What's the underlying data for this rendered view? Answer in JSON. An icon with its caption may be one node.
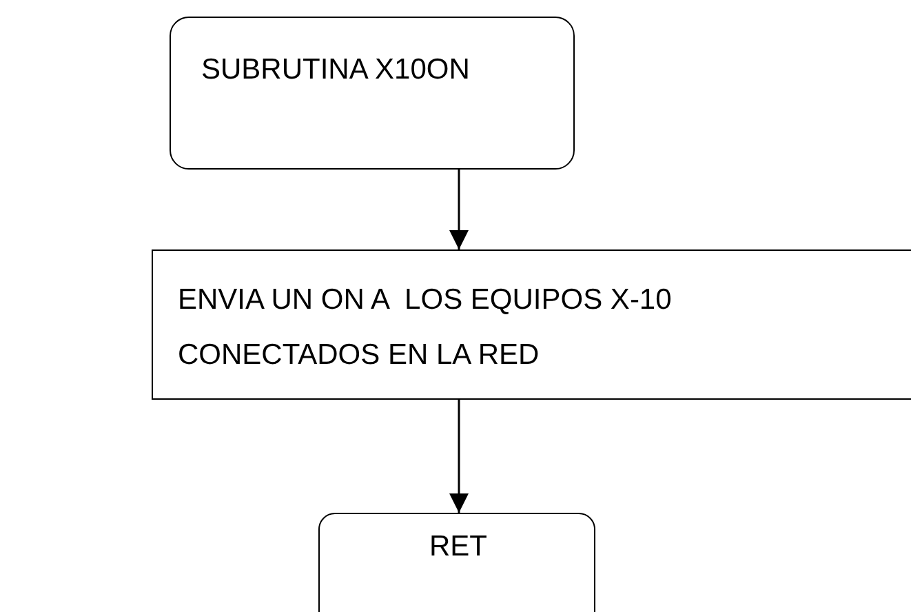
{
  "diagram": {
    "nodes": [
      {
        "text": [
          "SUBRUTINA X10ON"
        ]
      },
      {
        "text": [
          "ENVIA UN ON A  LOS EQUIPOS X-10 CONECTADOS EN LA RED"
        ]
      },
      {
        "text": [
          "RET"
        ]
      }
    ],
    "edges": [
      {
        "from": 0,
        "to": 1,
        "arrow": "to"
      },
      {
        "from": 1,
        "to": 2,
        "arrow": "to"
      }
    ]
  }
}
